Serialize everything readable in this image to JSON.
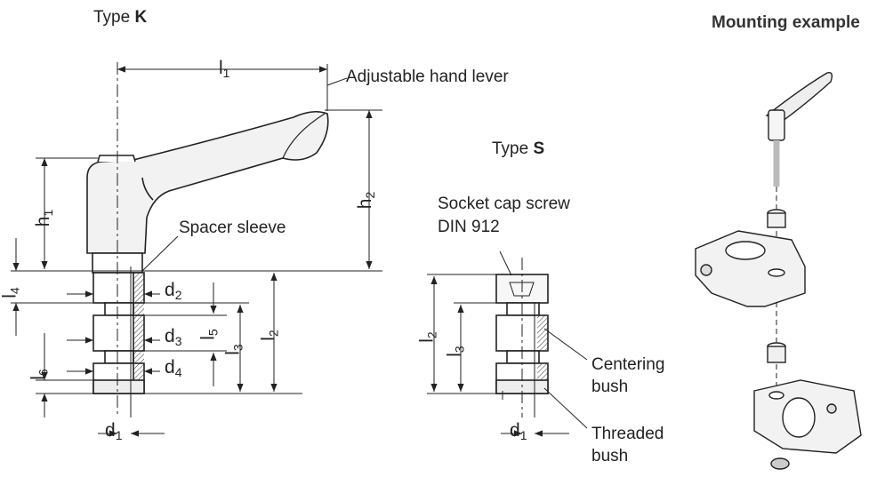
{
  "type_k": {
    "prefix": "Type",
    "letter": "K"
  },
  "type_s": {
    "prefix": "Type",
    "letter": "S"
  },
  "mounting_title": "Mounting example",
  "labels": {
    "adjustable_hand_lever": "Adjustable hand lever",
    "spacer_sleeve": "Spacer sleeve",
    "socket_cap_screw_1": "Socket cap screw",
    "socket_cap_screw_2": "DIN 912",
    "centering_bush_1": "Centering",
    "centering_bush_2": "bush",
    "threaded_bush_1": "Threaded",
    "threaded_bush_2": "bush"
  },
  "dims": {
    "l": "l",
    "d": "d",
    "h": "h",
    "n1": "1",
    "n2": "2",
    "n3": "3",
    "n4": "4",
    "n5": "5",
    "n6": "6"
  }
}
